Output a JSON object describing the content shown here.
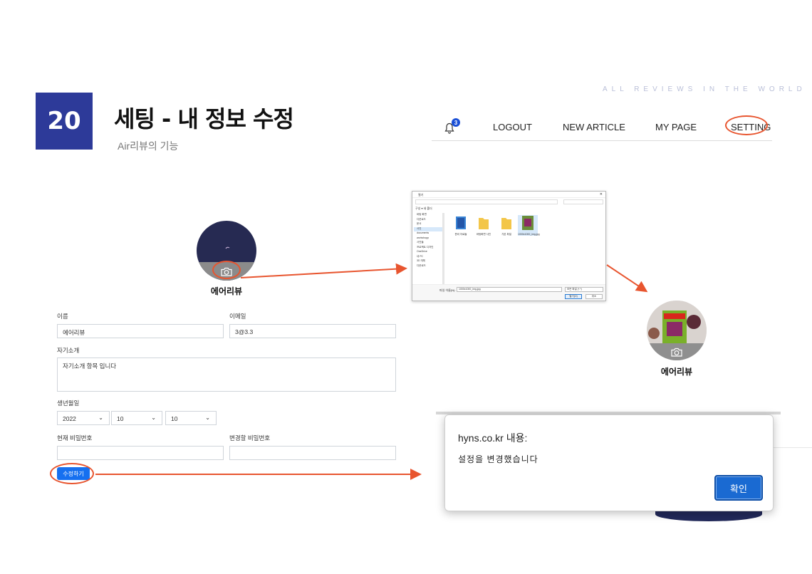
{
  "slide": {
    "number": "20",
    "title": "세팅 - 내 정보 수정",
    "subtitle": "Air리뷰의 기능",
    "tagline": "ALL REVIEWS IN THE WORLD"
  },
  "nav": {
    "badge": "3",
    "items": [
      "LOGOUT",
      "NEW ARTICLE",
      "MY PAGE",
      "SETTING"
    ]
  },
  "profile": {
    "name": "에어리뷰",
    "name_label": "이름",
    "name_value": "에어리뷰",
    "email_label": "이메일",
    "email_value": "3@3.3",
    "intro_label": "자기소개",
    "intro_value": "자기소개 항목 입니다",
    "birth_label": "생년월일",
    "birth_year": "2022",
    "birth_month": "10",
    "birth_day": "10",
    "current_pw_label": "현재 비밀번호",
    "new_pw_label": "변경할 비밀번호",
    "submit_label": "수정하기"
  },
  "file_dialog": {
    "title": "열기",
    "toolbar": "구성 ▾    새 폴더",
    "sidebar": [
      "바탕 화면",
      "다운로드",
      "문서",
      "사진",
      "documents",
      "workshopp",
      "사진들",
      "프로젝트 디자인",
      "OneDrive",
      "내 PC",
      "3D 개체",
      "다운로드"
    ],
    "files": [
      "준비 자료들",
      "바탕화면 사진",
      "기본 파일",
      "1000x1000_img.jpg"
    ],
    "filename_label": "파일 이름(N):",
    "filename_value": "1000x1000_img.jpg",
    "filetype_value": "모든 파일 (*.*)",
    "open_label": "열기(O)",
    "cancel_label": "취소"
  },
  "result": {
    "name": "에어리뷰"
  },
  "alert": {
    "host": "hyns.co.kr 내용:",
    "message": "설정을 변경했습니다",
    "ok_label": "확인"
  },
  "colors": {
    "brand": "#2d3a99",
    "highlight": "#e8552f",
    "button": "#1670f0"
  }
}
